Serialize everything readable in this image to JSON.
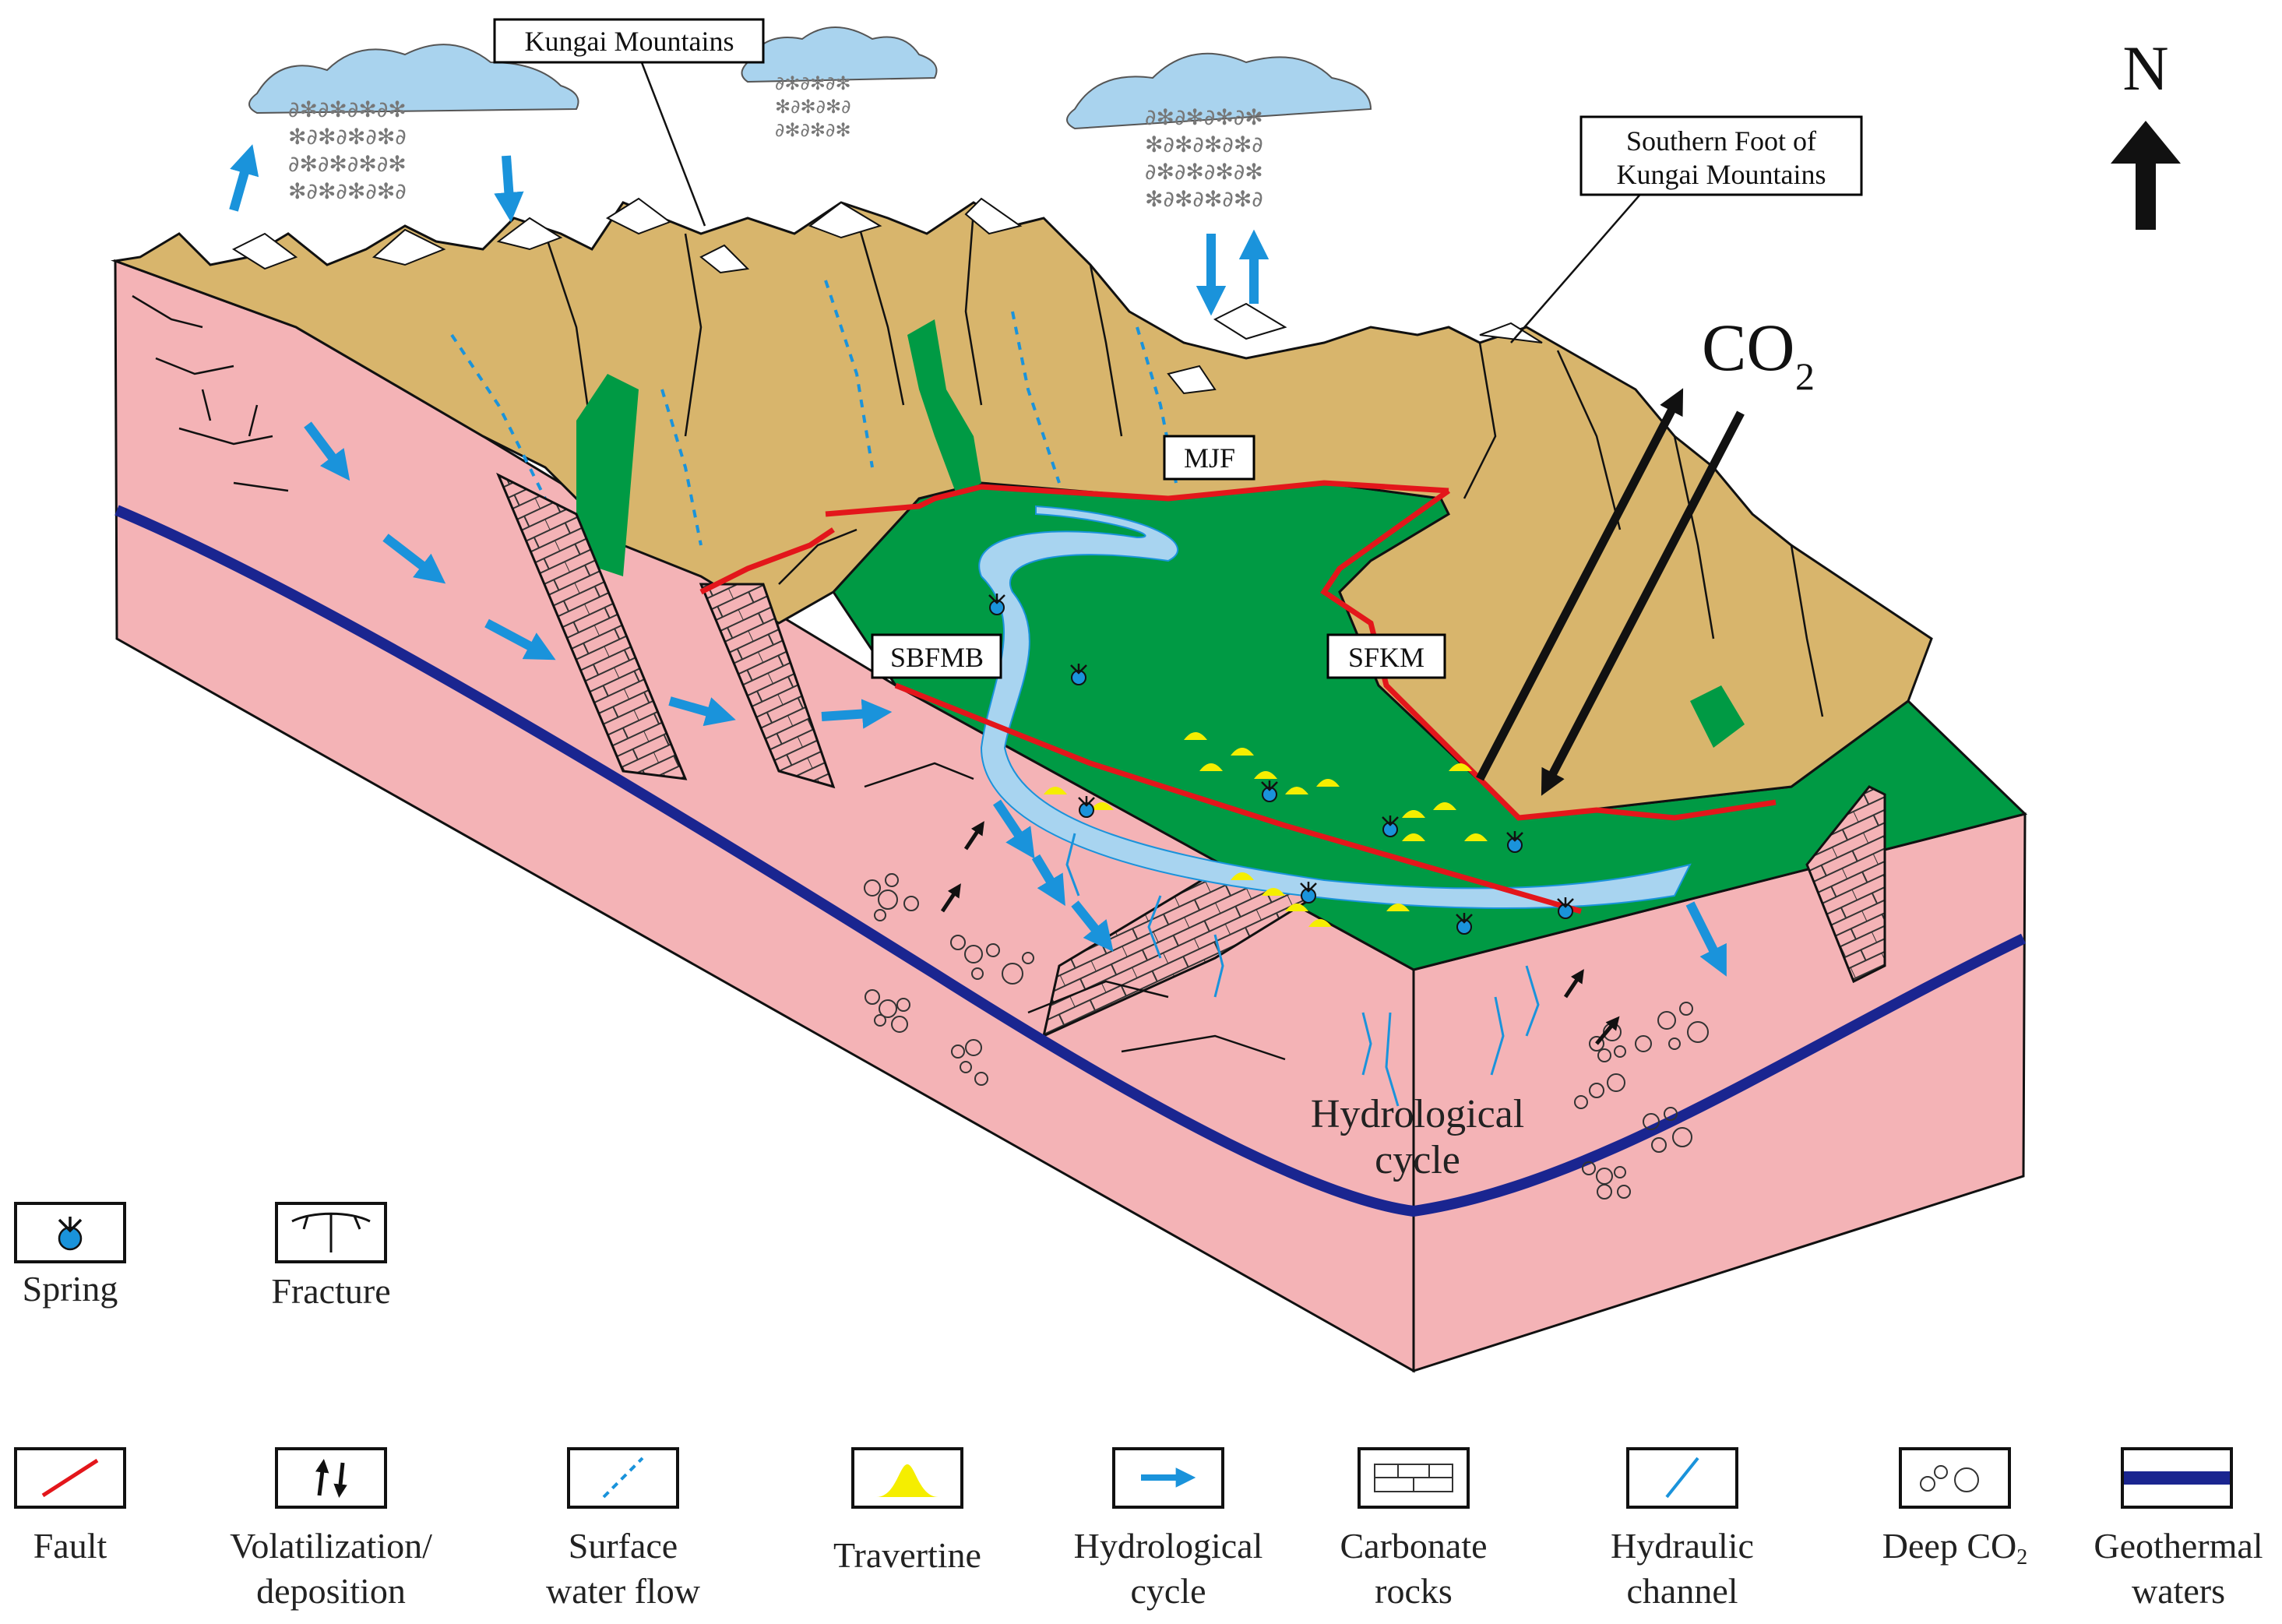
{
  "labels": {
    "kungai_mountains": "Kungai Mountains",
    "southern_foot_line1": "Southern Foot of",
    "southern_foot_line2": "Kungai Mountains",
    "mjf": "MJF",
    "sbfmb": "SBFMB",
    "sfkm": "SFKM",
    "co2_base": "CO",
    "co2_sub": "2",
    "north": "N",
    "hydro_cycle_line1": "Hydrological",
    "hydro_cycle_line2": "cycle"
  },
  "legend": {
    "spring": "Spring",
    "fracture": "Fracture",
    "fault": "Fault",
    "volatilization_line1": "Volatilization/",
    "volatilization_line2": "deposition",
    "surface_line1": "Surface",
    "surface_line2": "water flow",
    "travertine": "Travertine",
    "hydrological_line1": "Hydrological",
    "hydrological_line2": "cycle",
    "carbonate_line1": "Carbonate",
    "carbonate_line2": "rocks",
    "hydraulic_line1": "Hydraulic",
    "hydraulic_line2": "channel",
    "deep_co2_base": "Deep CO",
    "deep_co2_sub": "2",
    "geothermal_line1": "Geothermal",
    "geothermal_line2": "waters"
  },
  "colors": {
    "block_side": "#f4b3b6",
    "mountain": "#d8b56c",
    "valley": "#009a44",
    "river": "#a8d4f0",
    "fault": "#e3161b",
    "arrow_blue": "#1a93db",
    "geothermal": "#1a2590",
    "travertine": "#f5ee00",
    "snow": "#ffffff",
    "cloud": "#a9d3ee"
  }
}
